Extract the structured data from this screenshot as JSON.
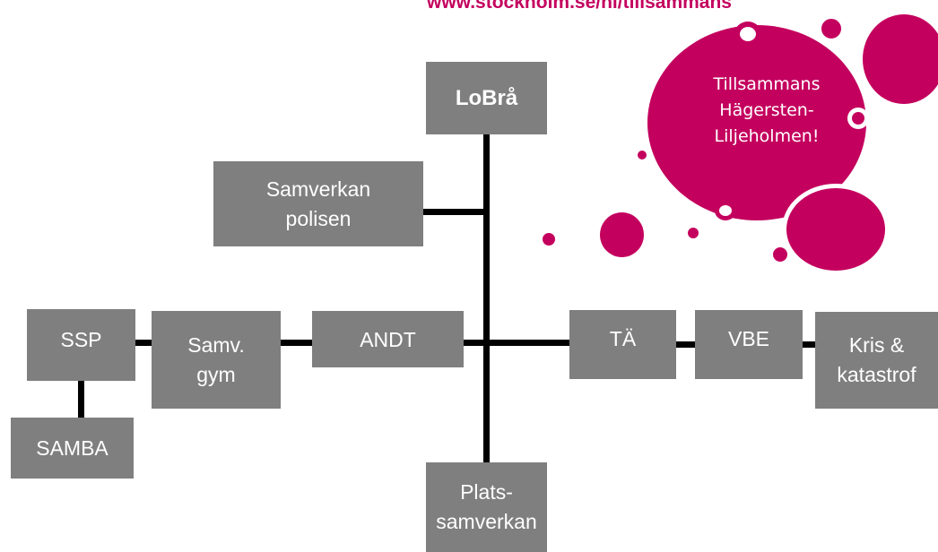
{
  "header": {
    "url": "www.stockholm.se/hl/tillsammans"
  },
  "bubble": {
    "text": "Tillsammans\nHägersten-\nLiljeholmen!"
  },
  "boxes": {
    "lobra": "LoBrå",
    "samverkan_polisen": "Samverkan\npolisen",
    "ssp": "SSP",
    "samv_gym": "Samv.\ngym",
    "andt": "ANDT",
    "samba": "SAMBA",
    "ta": "TÄ",
    "vbe": "VBE",
    "kris": "Kris &\nkatastrof",
    "platssamverkan": "Plats-\nsamverkan"
  },
  "colors": {
    "box": "#7f7f7f",
    "accent": "#c4005e",
    "line": "#000000"
  }
}
